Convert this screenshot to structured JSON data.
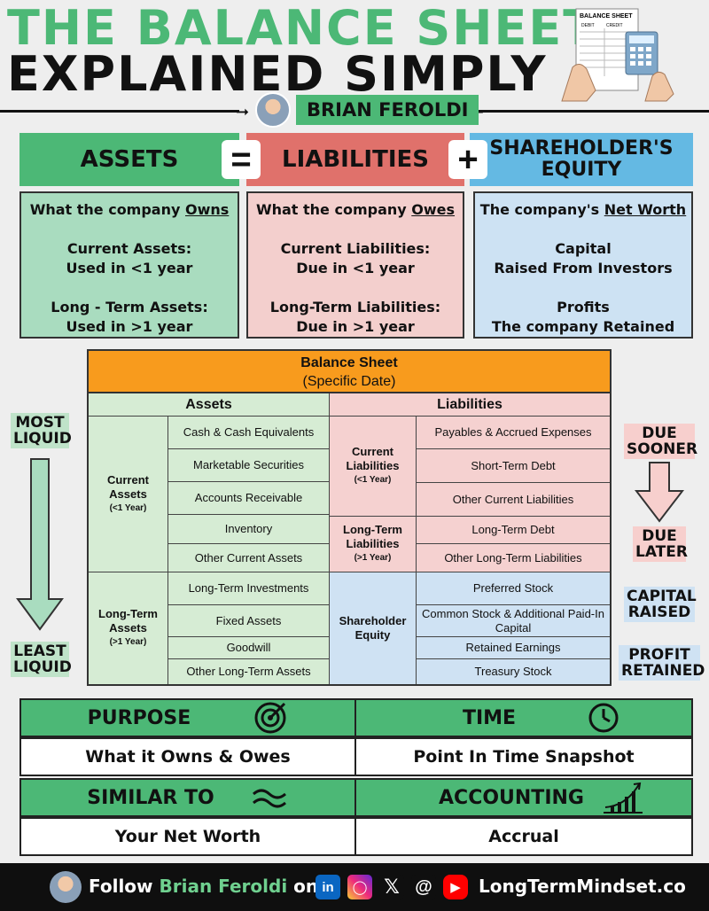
{
  "title": {
    "line1": "THE BALANCE SHEET",
    "line2": "EXPLAINED SIMPLY"
  },
  "author": {
    "name": "BRIAN FEROLDI"
  },
  "illustration": {
    "sheet_title": "BALANCE SHEET",
    "col1": "DEBIT",
    "col2": "CREDIT"
  },
  "equation": {
    "assets": "ASSETS",
    "equals": "=",
    "liabilities": "LIABILITIES",
    "plus": "+",
    "equity_line1": "SHAREHOLDER'S",
    "equity_line2": "EQUITY"
  },
  "descriptions": {
    "assets": {
      "lead": "What the company ",
      "lead_u": "Owns",
      "b1": "Current Assets:",
      "b2": "Used in <1 year",
      "b3": "Long - Term Assets:",
      "b4": "Used in >1 year"
    },
    "liabilities": {
      "lead": "What the company ",
      "lead_u": "Owes",
      "b1": "Current Liabilities:",
      "b2": "Due in <1 year",
      "b3": "Long-Term Liabilities:",
      "b4": "Due in >1 year"
    },
    "equity": {
      "lead": "The company's ",
      "lead_u": "Net Worth",
      "b1": "Capital",
      "b2": "Raised From Investors",
      "b3": "Profits",
      "b4": "The company Retained"
    }
  },
  "balance_sheet": {
    "title": "Balance Sheet",
    "subtitle": "(Specific Date)",
    "assets_header": "Assets",
    "liabilities_header": "Liabilities",
    "current_assets": {
      "label": "Current Assets",
      "sub": "(<1 Year)"
    },
    "long_term_assets": {
      "label": "Long-Term Assets",
      "sub": "(>1 Year)"
    },
    "current_liabilities": {
      "label": "Current Liabilities",
      "sub": "(<1 Year)"
    },
    "long_term_liabilities": {
      "label": "Long-Term Liabilities",
      "sub": "(>1 Year)"
    },
    "shareholder_equity": {
      "label": "Shareholder Equity"
    },
    "asset_items": [
      "Cash & Cash Equivalents",
      "Marketable Securities",
      "Accounts Receivable",
      "Inventory",
      "Other Current Assets",
      "Long-Term Investments",
      "Fixed Assets",
      "Goodwill",
      "Other Long-Term Assets"
    ],
    "liability_items": [
      "Payables & Accrued Expenses",
      "Short-Term Debt",
      "Other Current Liabilities",
      "Long-Term Debt",
      "Other Long-Term Liabilities",
      "Preferred Stock",
      "Common Stock & Additional Paid-In Capital",
      "Retained Earnings",
      "Treasury Stock"
    ]
  },
  "side_labels": {
    "most_liquid": "MOST LIQUID",
    "least_liquid": "LEAST LIQUID",
    "due_sooner": "DUE SOONER",
    "due_later": "DUE LATER",
    "capital_raised": "CAPITAL RAISED",
    "profit_retained": "PROFIT RETAINED"
  },
  "summary": {
    "purpose": {
      "head": "PURPOSE",
      "value": "What it Owns & Owes"
    },
    "time": {
      "head": "TIME",
      "value": "Point In Time Snapshot"
    },
    "similar": {
      "head": "SIMILAR TO",
      "value": "Your Net Worth"
    },
    "accounting": {
      "head": "ACCOUNTING",
      "value": "Accrual"
    }
  },
  "footer": {
    "prefix": "Follow ",
    "name": "Brian Feroldi",
    "suffix": " on",
    "website": "LongTermMindset.co",
    "icons": [
      "linkedin-icon",
      "instagram-icon",
      "x-icon",
      "threads-icon",
      "youtube-icon"
    ]
  },
  "colors": {
    "green": "#4cb876",
    "red": "#e0716b",
    "blue": "#64b9e3",
    "orange": "#f89b1d"
  }
}
